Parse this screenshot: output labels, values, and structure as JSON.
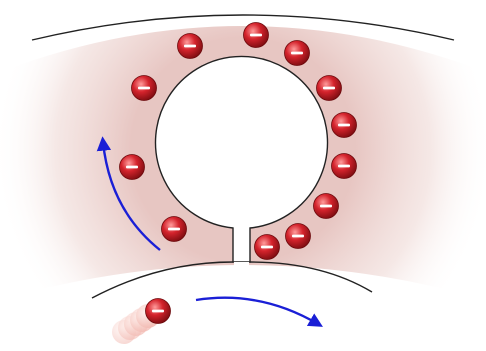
{
  "diagram": {
    "ring_charges": [
      {
        "id": "top-left-1"
      },
      {
        "id": "top-center"
      },
      {
        "id": "top-right-1"
      },
      {
        "id": "left-upper"
      },
      {
        "id": "right-upper"
      },
      {
        "id": "right-mid-1"
      },
      {
        "id": "right-mid-2"
      },
      {
        "id": "right-lower"
      },
      {
        "id": "left-mid"
      },
      {
        "id": "left-lower"
      },
      {
        "id": "bottom-right-1"
      },
      {
        "id": "bottom-right-2"
      }
    ],
    "outside_charge": {
      "id": "incoming"
    },
    "charge_sign": "−",
    "colors": {
      "charge": "#c8202a",
      "arrow": "#1a1fd6",
      "ring_shade": "#e8c9c6",
      "outline": "#222222"
    },
    "icons": {
      "charge": "negative-charge-icon",
      "arrow": "curved-arrow-icon"
    }
  }
}
